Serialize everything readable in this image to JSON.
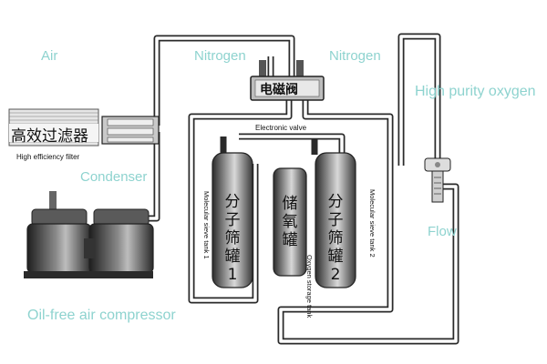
{
  "labels": {
    "air": "Air",
    "nitrogen_left": "Nitrogen",
    "nitrogen_right": "Nitrogen",
    "solenoid_valve_cn": "电磁阀",
    "electronic_valve": "Electronic valve",
    "high_purity_oxygen": "High purity oxygen",
    "filter_cn": "高效过滤器",
    "filter_en": "High efficiency filter",
    "condenser": "Condenser",
    "flow": "Flow",
    "compressor": "Oil-free air compressor",
    "tank1_cn": "分子筛罐1",
    "tank2_cn": "分子筛罐2",
    "storage_cn": "储氧罐",
    "tank1_en": "Molecular sieve tank 1",
    "tank2_en": "Molecular sieve tank 2",
    "storage_en": "Oxygen storage tank"
  },
  "colors": {
    "label_teal": "#8ed3cf",
    "pipe": "#2a2a2a",
    "tank_dark": "#3a3a3a"
  }
}
